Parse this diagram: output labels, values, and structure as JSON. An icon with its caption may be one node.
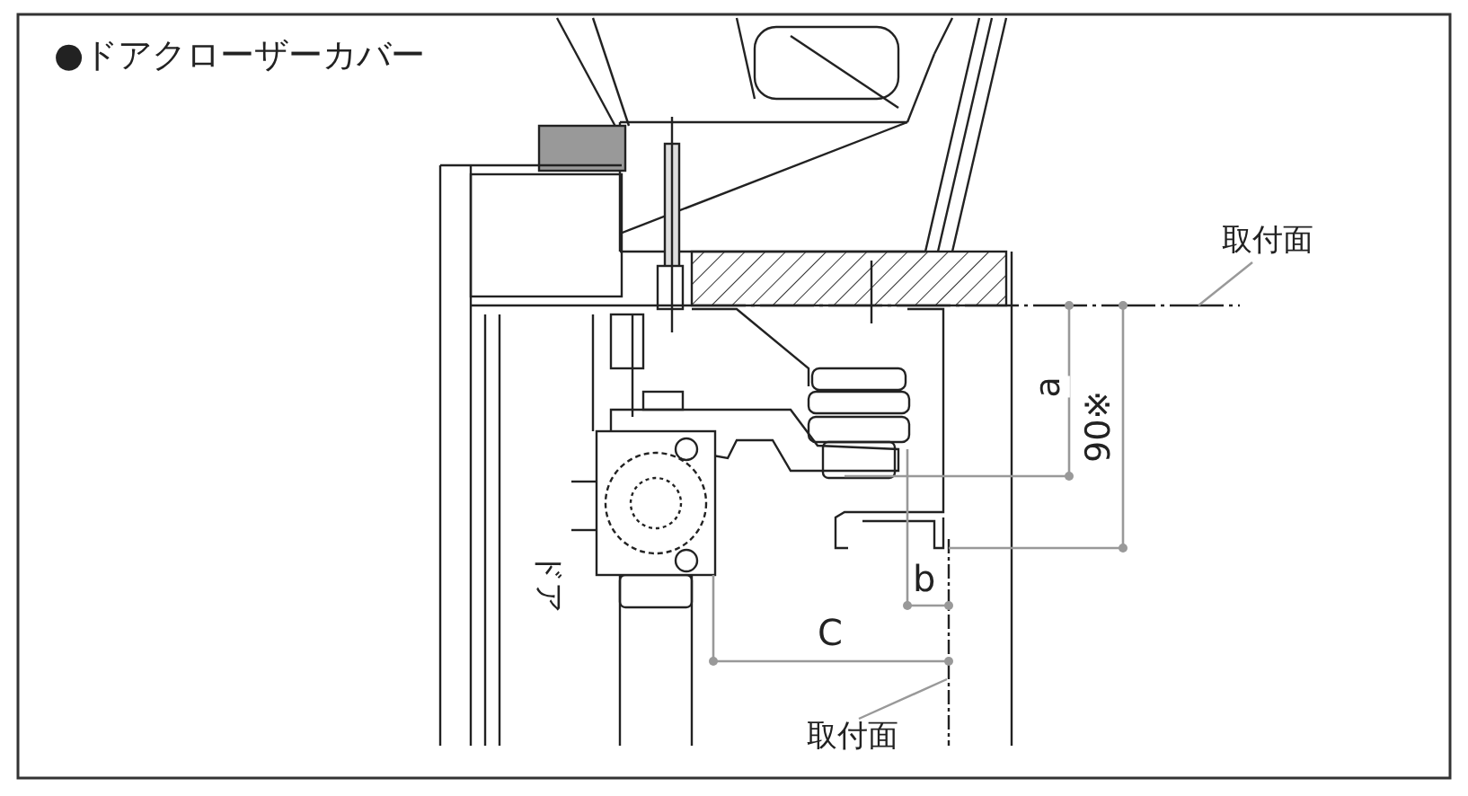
{
  "diagram": {
    "title": "●ドアクローザーカバー",
    "nodes": [
      {
        "text": [
          "取付面"
        ]
      },
      {
        "text": [
          "取付面"
        ]
      }
    ],
    "edges": [
      {
        "from": 0,
        "to": null,
        "arrow": "none"
      },
      {
        "from": 1,
        "to": null,
        "arrow": "none"
      }
    ],
    "labels": [
      "ドア",
      "a",
      "90※",
      "b",
      "C"
    ]
  }
}
